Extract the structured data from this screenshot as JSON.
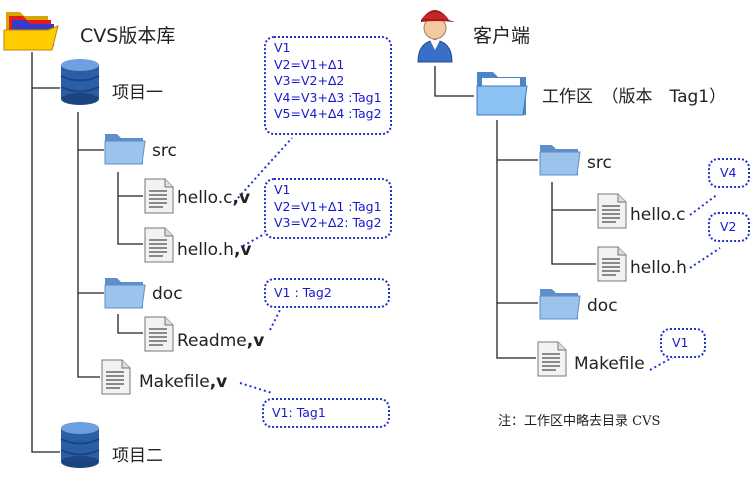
{
  "repository": {
    "title": "CVS版本库",
    "project1": "项目一",
    "project2": "项目二",
    "src": "src",
    "hello_c": "hello.c",
    "hello_h": "hello.h",
    "doc": "doc",
    "readme": "Readme",
    "makefile": "Makefile",
    "v_suffix": ",v"
  },
  "repo_callouts": {
    "hello_c": [
      "V1",
      "V2=V1+∆1",
      "V3=V2+∆2",
      "V4=V3+∆3 :Tag1",
      "V5=V4+∆4 :Tag2"
    ],
    "hello_h": [
      "V1",
      "V2=V1+∆1 :Tag1",
      "V3=V2+∆2: Tag2"
    ],
    "readme": [
      "V1 : Tag2"
    ],
    "makefile": [
      "V1: Tag1"
    ]
  },
  "client": {
    "title": "客户端",
    "workspace": "工作区　（版本　Tag1）",
    "src": "src",
    "hello_c": "hello.c",
    "hello_h": "hello.h",
    "doc": "doc",
    "makefile": "Makefile"
  },
  "client_callouts": {
    "hello_c": "V4",
    "hello_h": "V2",
    "makefile": "V1"
  },
  "note": "注：工作区中略去目录 CVS",
  "colors": {
    "callout_border": "#2233cc",
    "callout_text": "#1a1acc",
    "folder_blue": "#7fb2e5",
    "db_blue": "#1f4f8a"
  }
}
